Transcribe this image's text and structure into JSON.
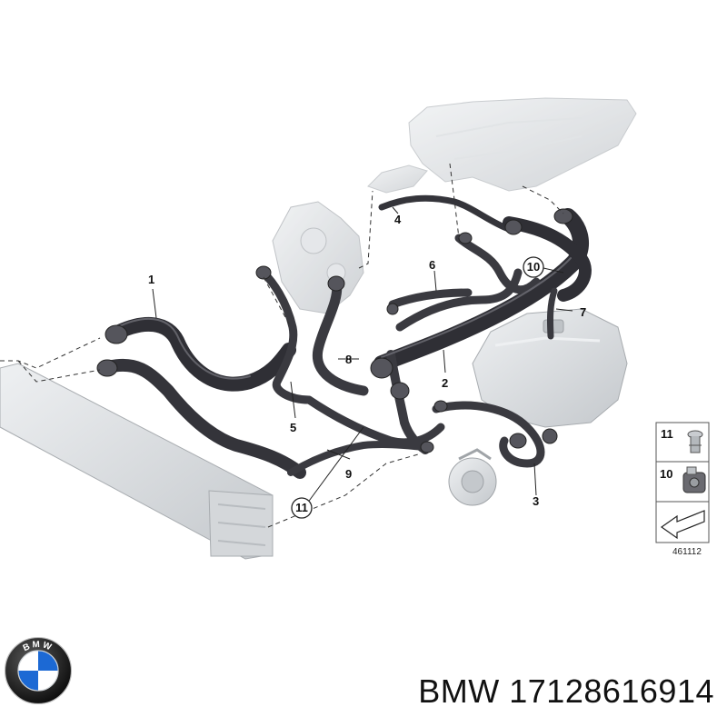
{
  "callouts": {
    "c1": "1",
    "c2": "2",
    "c3": "3",
    "c4": "4",
    "c5": "5",
    "c6": "6",
    "c7": "7",
    "c8": "8",
    "c9": "9",
    "c10": "10",
    "c11": "11"
  },
  "legend": {
    "item11": "11",
    "item10": "10"
  },
  "diagram_ref": "461112",
  "logo": {
    "text": "BMW",
    "colors": {
      "blue": "#1c69d4",
      "white": "#ffffff",
      "ring": "#111111"
    }
  },
  "caption": {
    "brand": "BMW",
    "part_number": "17128616914"
  },
  "colors": {
    "hose": "#3a3a40",
    "hose_highlight": "#6b6b72",
    "component": "#cfd2d5",
    "leader": "#222222"
  }
}
